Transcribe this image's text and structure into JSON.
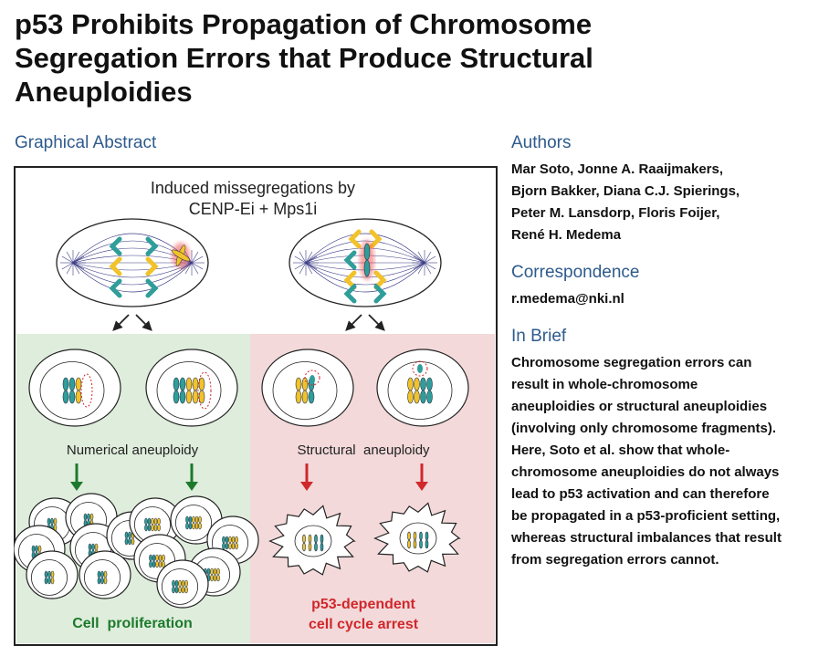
{
  "title_lines": [
    "p53 Prohibits Propagation of Chromosome",
    "Segregation Errors that Produce Structural",
    "Aneuploidies"
  ],
  "graphical_abstract": {
    "heading": "Graphical Abstract",
    "top_text": [
      "Induced missegregations by",
      "CENP-Ei + Mps1i"
    ],
    "left_label": "Numerical aneuploidy",
    "right_label": "Structural  aneuploidy",
    "left_outcome": "Cell  proliferation",
    "right_outcome": [
      "p53-dependent",
      "cell cycle arrest"
    ],
    "colors": {
      "green_panel": "#dfeddc",
      "pink_panel": "#f3d9da",
      "green": "#1c7a2c",
      "red": "#d0282c",
      "teal": "#2f9e9a",
      "yellow": "#f2c22a",
      "spindle": "#3a3a86"
    }
  },
  "authors": {
    "heading": "Authors",
    "lines": [
      "Mar Soto, Jonne A. Raaijmakers,",
      "Bjorn Bakker, Diana C.J. Spierings,",
      "Peter M. Lansdorp, Floris Foijer,",
      "René H. Medema"
    ]
  },
  "correspondence": {
    "heading": "Correspondence",
    "email": "r.medema@nki.nl"
  },
  "in_brief": {
    "heading": "In Brief",
    "lines": [
      "Chromosome segregation errors can",
      "result in whole-chromosome",
      "aneuploidies or structural aneuploidies",
      "(involving only chromosome fragments).",
      "Here, Soto et al. show that whole-",
      "chromosome aneuploidies do not always",
      "lead to p53 activation and can therefore",
      "be propagated in a p53-proficient setting,",
      "whereas structural imbalances that result",
      "from segregation errors cannot."
    ]
  }
}
